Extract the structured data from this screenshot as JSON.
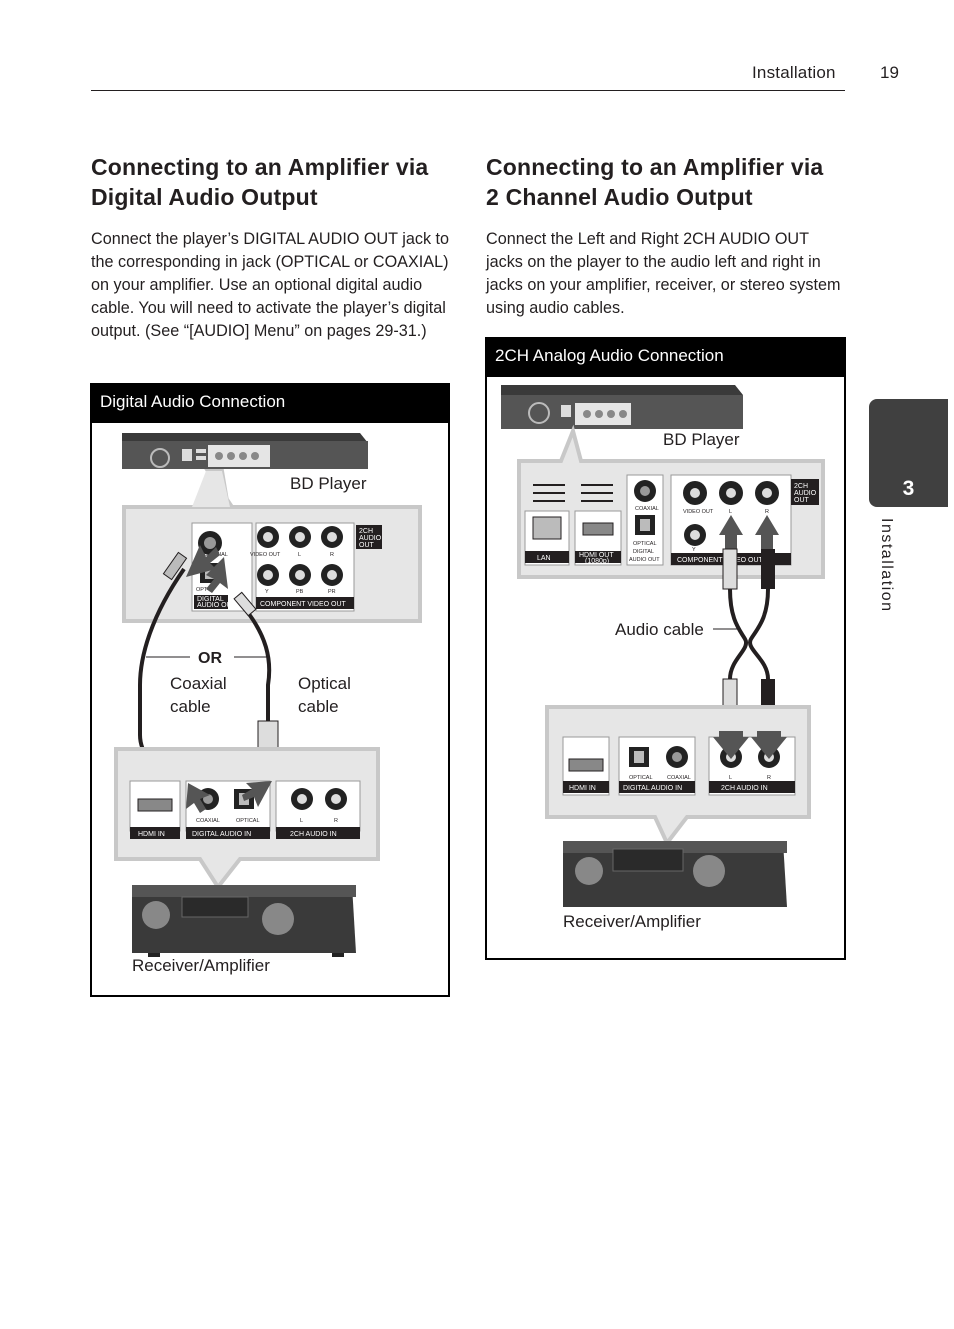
{
  "header": {
    "section": "Installation",
    "page_number": "19"
  },
  "side_tab": {
    "number": "3",
    "label": "Installation"
  },
  "left": {
    "title_line1": "Connecting to an Amplifier via",
    "title_line2": "Digital Audio Output",
    "body": "Connect the player’s DIGITAL AUDIO OUT jack to the corresponding in jack (OPTICAL or COAXIAL) on your amplifier. Use an optional digital audio cable. You will need to activate the player’s digital output. (See “[AUDIO] Menu” on pages 29-31.)",
    "diagram": {
      "title": "Digital Audio Connection",
      "bd_player": "BD Player",
      "or": "OR",
      "coaxial_line1": "Coaxial",
      "coaxial_line2": "cable",
      "optical_line1": "Optical",
      "optical_line2": "cable",
      "receiver": "Receiver/Amplifier",
      "player_jacks": {
        "coaxial": "COAXIAL",
        "opt": "OPT",
        "digital": "DIGITAL",
        "audio_out": "AUDIO OUT",
        "video_out": "VIDEO OUT",
        "l": "L",
        "r": "R",
        "y": "Y",
        "pb": "PB",
        "pr": "PR",
        "component": "COMPONENT VIDEO OUT",
        "ch2_1": "2CH",
        "ch2_2": "AUDIO",
        "ch2_3": "OUT"
      },
      "amp_jacks": {
        "coaxial": "COAXIAL",
        "optical": "OPTICAL",
        "hdmi_in": "HDMI IN",
        "digital_in": "DIGITAL AUDIO IN",
        "ch2_in": "2CH AUDIO IN",
        "l": "L",
        "r": "R"
      }
    }
  },
  "right": {
    "title_line1": "Connecting to an Amplifier via",
    "title_line2": "2 Channel Audio Output",
    "body": "Connect the Left and Right 2CH AUDIO OUT jacks on the player to the audio left and right in jacks on your amplifier, receiver, or stereo system using audio cables.",
    "diagram": {
      "title": "2CH Analog Audio Connection",
      "bd_player": "BD Player",
      "audio_cable": "Audio cable",
      "receiver": "Receiver/Amplifier",
      "player_jacks": {
        "lan": "LAN",
        "hdmi_out": "HDMI OUT",
        "hdmi_res": "(1080p)",
        "coaxial": "COAXIAL",
        "optical": "OPTICAL",
        "digital": "DIGITAL",
        "audio_out": "AUDIO OUT",
        "video_out": "VIDEO OUT",
        "l": "L",
        "r": "R",
        "y": "Y",
        "component": "COMPONENT VIDEO OUT",
        "ch2_1": "2CH",
        "ch2_2": "AUDIO",
        "ch2_3": "OUT"
      },
      "amp_jacks": {
        "optical": "OPTICAL",
        "coaxial": "COAXIAL",
        "hdmi_in": "HDMI IN",
        "digital_in": "DIGITAL AUDIO IN",
        "ch2_in": "2CH AUDIO IN",
        "l": "L",
        "r": "R"
      }
    }
  }
}
